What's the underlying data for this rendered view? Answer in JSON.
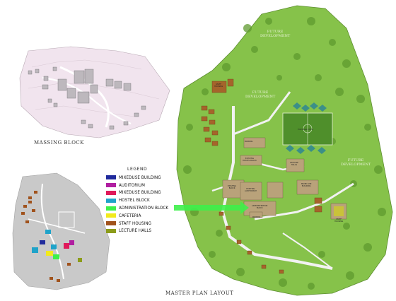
{
  "captions": {
    "massing": "MASSING BLOCK",
    "master_plan": "MASTER PLAN LAYOUT"
  },
  "legend": {
    "title": "LEGEND",
    "items": [
      {
        "label": "MIXEDUSE BUILDING",
        "color": "#1f2a9c"
      },
      {
        "label": "AUDITORIUM",
        "color": "#b01ea0"
      },
      {
        "label": "MIXEDUSE BUILDING",
        "color": "#e0195a"
      },
      {
        "label": "HOSTEL BLOCK",
        "color": "#1fa3c9"
      },
      {
        "label": "ADMINISTRATION BLOCK",
        "color": "#3ef04a"
      },
      {
        "label": "CAFETERIA",
        "color": "#f2ea1c"
      },
      {
        "label": "STAFF HOUSING",
        "color": "#a0521c"
      },
      {
        "label": "LECTURE HALLS",
        "color": "#8c9c1a"
      }
    ]
  },
  "map_labels": {
    "future_top": "FUTURE\nDEVELOPMENT",
    "future_mid": "FUTURE\nDEVELOPMENT",
    "future_right": "FUTURE\nDEVELOPMENT"
  },
  "building_labels": {
    "staff_housing": "STAFF\nHOUSING",
    "parking_top": "PARKING",
    "existing_hostel": "EXISTING\nHOSTEL BLOCK",
    "football": "FOOTBALL PITCH",
    "existing_block_a": "EXISTING\nBLOCK",
    "auditorium": "EXISTING\nAUDITORIUM",
    "admin": "ADMINISTRATION\nBLOCK",
    "lecture": "LECTURE\nHALLS",
    "mixed_use": "MIXED USE\nBUILDING",
    "parking_bottom": "PARKING",
    "staff_right": "STAFF\nHOUSING"
  },
  "colors": {
    "terrain_green": "#86c24a",
    "road": "#f2f2f2",
    "pointer_arrow": "#3ef04a",
    "massing_ground": "#f1e4ee",
    "site_grey": "#c9c9c9"
  }
}
